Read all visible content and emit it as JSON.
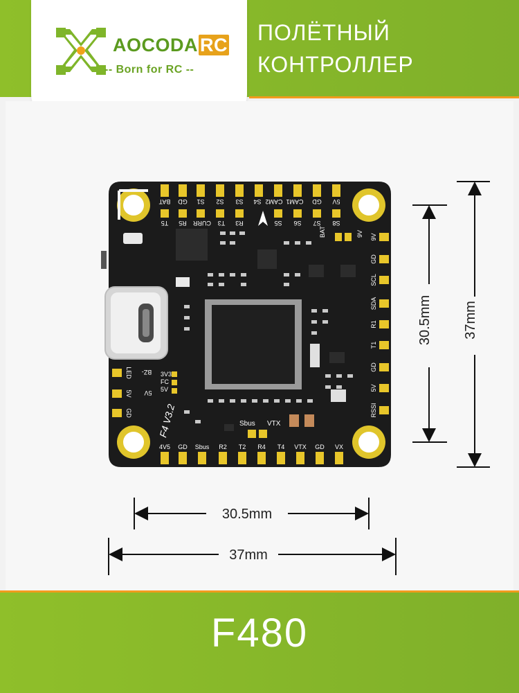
{
  "brand": {
    "name_main": "AOCODA",
    "name_suffix": "RC",
    "tagline": "-- Born for RC --",
    "logo_icon": "x-logo-icon"
  },
  "header": {
    "title_line1": "ПОЛЁТНЫЙ",
    "title_line2": "КОНТРОЛЛЕР"
  },
  "board": {
    "top_pads": [
      "BAT",
      "GD",
      "S1",
      "S2",
      "S3",
      "S4",
      "CAM2",
      "CAM1",
      "GD",
      "5V"
    ],
    "top_inner": [
      "T5",
      "R5",
      "CURR",
      "T3",
      "R3",
      "S5",
      "S6",
      "S7",
      "S8"
    ],
    "right_pads": [
      "9V",
      "GD",
      "SCL",
      "SDA",
      "R1",
      "T1",
      "GD",
      "5V",
      "RSSI"
    ],
    "right_bat": "BAT",
    "right_9v": "9V",
    "bottom_pads": [
      "4V5",
      "GD",
      "Sbus",
      "R2",
      "T2",
      "R4",
      "T4",
      "VTX",
      "GD",
      "VX"
    ],
    "left_pads": [
      "LED",
      "5V",
      "GD"
    ],
    "left_inner": [
      "BZ-",
      "3V3",
      "FC",
      "5V",
      "5V"
    ],
    "silk_sbus": "Sbus",
    "silk_vtx": "VTX",
    "silk_version": "F4 V3.2"
  },
  "dimensions": {
    "inner_horizontal": "30.5mm",
    "outer_horizontal": "37mm",
    "inner_vertical": "30.5mm",
    "outer_vertical": "37mm"
  },
  "footer": {
    "model": "F480"
  },
  "colors": {
    "brand_green": "#7fb02a",
    "accent_orange": "#f29b1d",
    "pcb_black": "#1b1b1b",
    "pad_gold": "#e8c62a"
  }
}
